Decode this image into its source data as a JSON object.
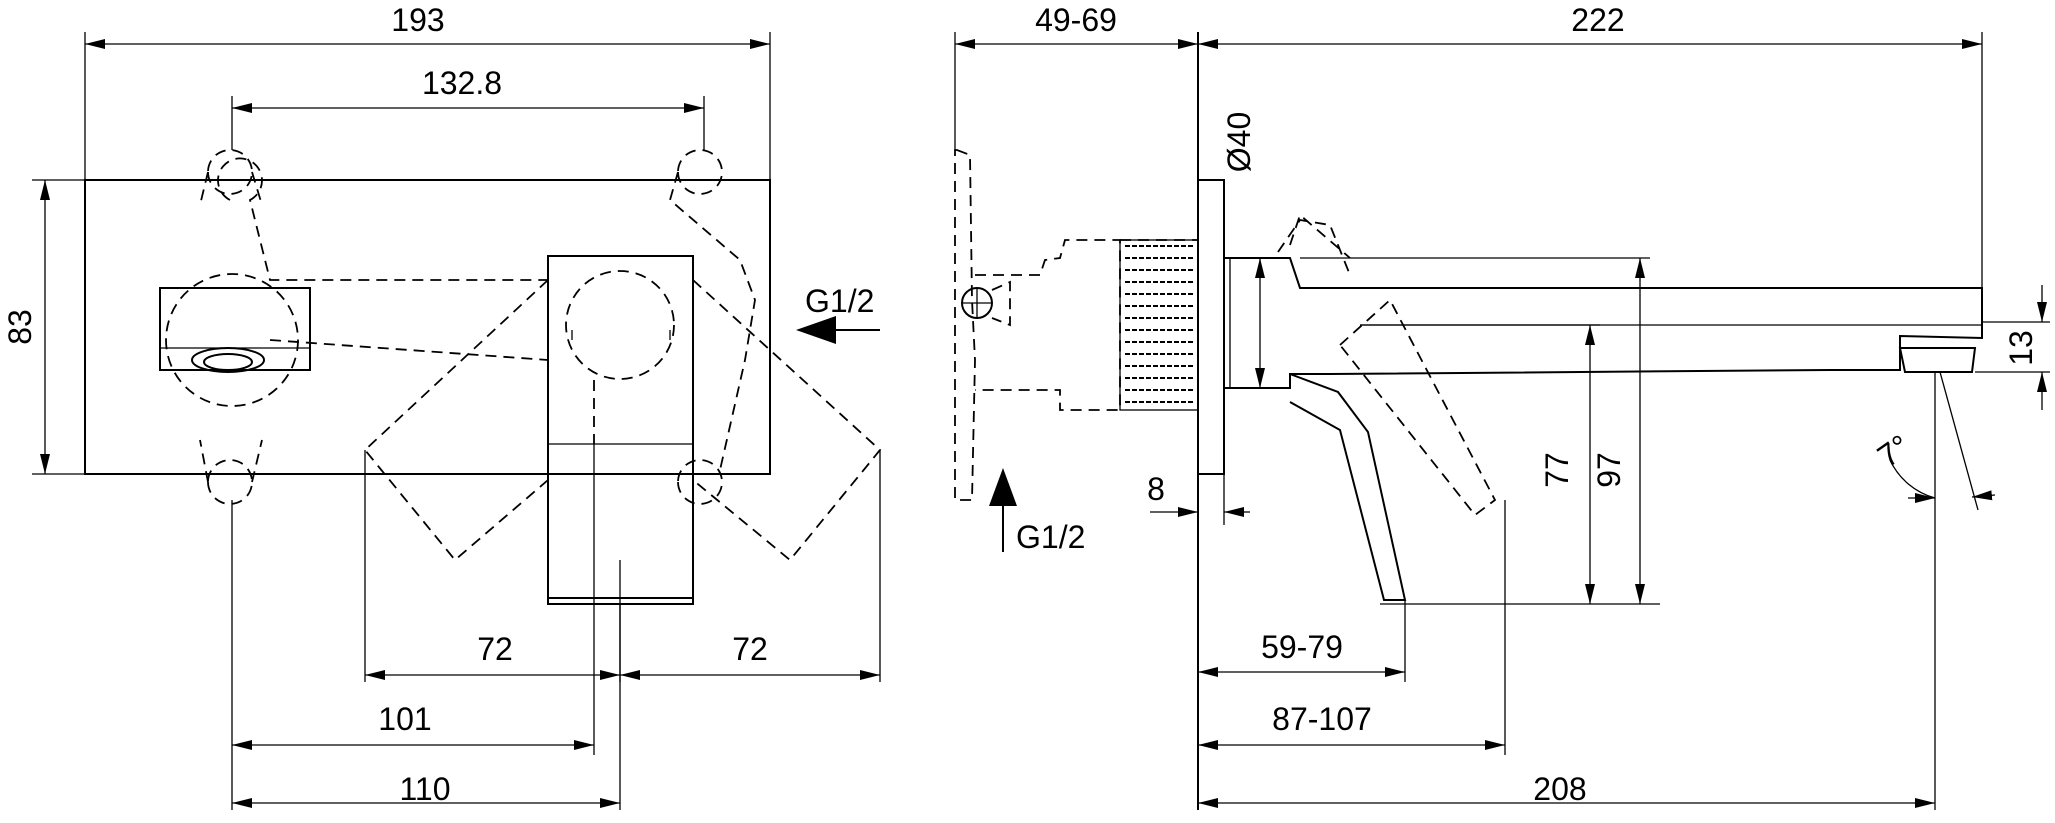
{
  "front_view": {
    "width_label": "193",
    "handle_span_label": "132.8",
    "height_label": "83",
    "inlet_label": "G1/2",
    "rot_left_label": "72",
    "rot_right_label": "72",
    "dist_101_label": "101",
    "dist_110_label": "110"
  },
  "side_view": {
    "wall_range_label": "49-69",
    "spout_length_label": "222",
    "diameter_label": "Ø40",
    "rosette_label": "8",
    "height_77_label": "77",
    "height_97_label": "97",
    "outlet_label": "13",
    "angle_label": "7°",
    "inlet_label": "G1/2",
    "lever_reach_label": "59-79",
    "lever_reach2_label": "87-107",
    "projection_label": "208"
  }
}
